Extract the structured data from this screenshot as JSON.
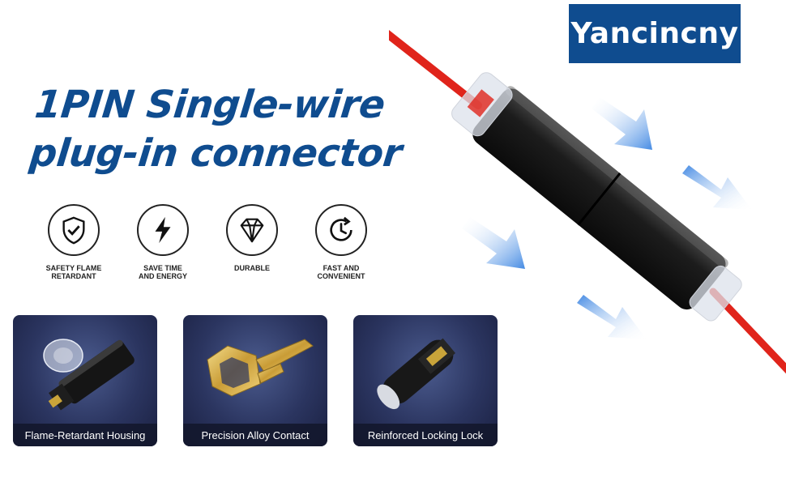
{
  "brand": {
    "name": "Yancincny",
    "color": "#0f4c8f"
  },
  "headline": {
    "line1": "1PIN Single-wire",
    "line2": "plug-in connector"
  },
  "features": [
    {
      "icon": "shield-check-icon",
      "label": "SAFETY FLAME\nRETARDANT"
    },
    {
      "icon": "lightning-bolt-icon",
      "label": "SAVE TIME\nAND ENERGY"
    },
    {
      "icon": "diamond-icon",
      "label": "DURABLE"
    },
    {
      "icon": "clock-refresh-icon",
      "label": "FAST AND\nCONVENIENT"
    }
  ],
  "cards": [
    {
      "image": "connector-housing-photo",
      "caption": "Flame-Retardant Housing"
    },
    {
      "image": "alloy-contact-photo",
      "caption": "Precision Alloy Contact"
    },
    {
      "image": "locking-lock-photo",
      "caption": "Reinforced Locking Lock"
    }
  ],
  "colors": {
    "wire": "#e0241b",
    "arrow": "#2f7de0",
    "card_bg": "#2b3560"
  }
}
